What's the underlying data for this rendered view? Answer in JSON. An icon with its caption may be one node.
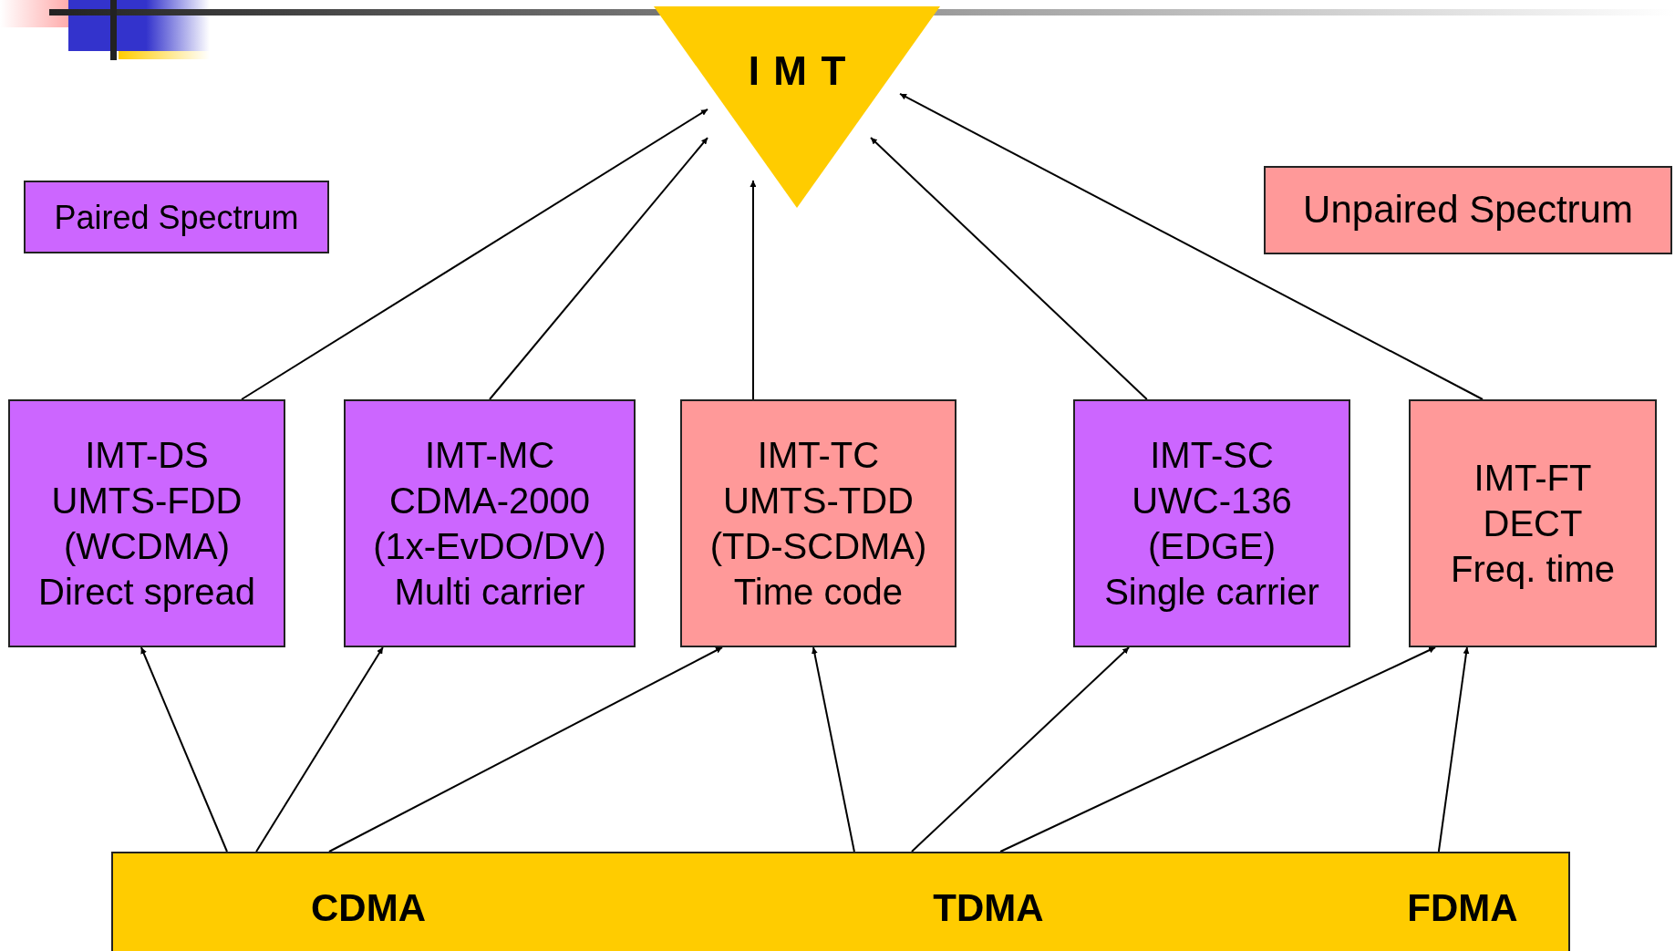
{
  "diagram": {
    "nodes": [
      {
        "text": [
          "IMT"
        ]
      },
      {
        "text": [
          "Paired Spectrum"
        ]
      },
      {
        "text": [
          "Unpaired Spectrum"
        ]
      },
      {
        "text": [
          "IMT-DS",
          "UMTS-FDD",
          "(WCDMA)",
          "Direct spread"
        ]
      },
      {
        "text": [
          "IMT-MC",
          "CDMA-2000",
          "(1x-EvDO/DV)",
          "Multi carrier"
        ]
      },
      {
        "text": [
          "IMT-TC",
          "UMTS-TDD",
          "(TD-SCDMA)",
          "Time code"
        ]
      },
      {
        "text": [
          "IMT-SC",
          "UWC-136",
          "(EDGE)",
          "Single carrier"
        ]
      },
      {
        "text": [
          "IMT-FT",
          "DECT",
          "Freq. time"
        ]
      },
      {
        "text": [],
        "shape": "bar"
      },
      {
        "text": [
          "CDMA"
        ],
        "in": 8
      },
      {
        "text": [
          "TDMA"
        ],
        "in": 8
      },
      {
        "text": [
          "FDMA"
        ],
        "in": 8
      }
    ],
    "edges": [
      {
        "from": 3,
        "to": 0,
        "arrow": "to"
      },
      {
        "from": 4,
        "to": 0,
        "arrow": "to"
      },
      {
        "from": 5,
        "to": 0,
        "arrow": "to"
      },
      {
        "from": 6,
        "to": 0,
        "arrow": "to"
      },
      {
        "from": 7,
        "to": 0,
        "arrow": "to"
      },
      {
        "from": 9,
        "to": 3,
        "arrow": "to"
      },
      {
        "from": 9,
        "to": 4,
        "arrow": "to"
      },
      {
        "from": 9,
        "to": 5,
        "arrow": "to"
      },
      {
        "from": 10,
        "to": 5,
        "arrow": "to"
      },
      {
        "from": 10,
        "to": 6,
        "arrow": "to"
      },
      {
        "from": 10,
        "to": 7,
        "arrow": "to"
      },
      {
        "from": 11,
        "to": 7,
        "arrow": "to"
      }
    ]
  }
}
